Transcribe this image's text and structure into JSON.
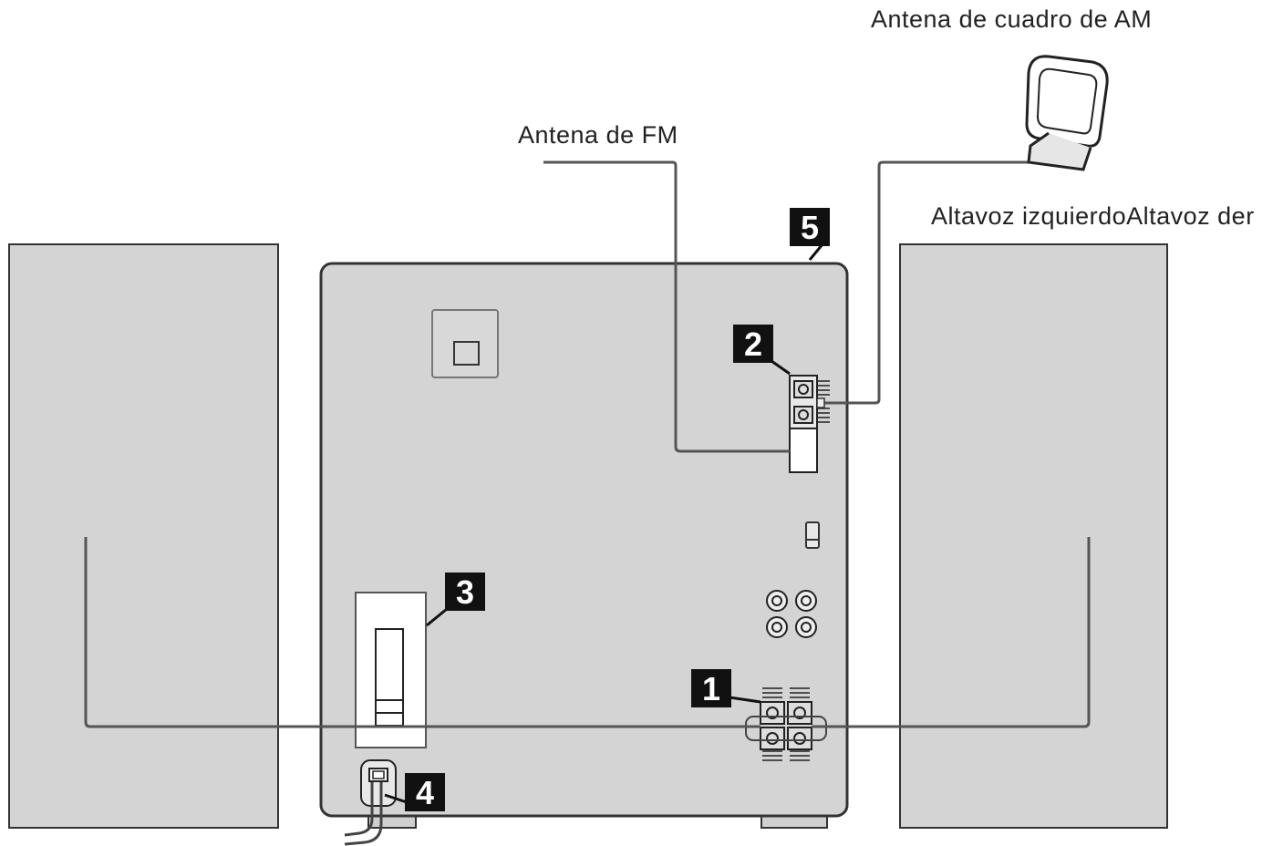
{
  "labels": {
    "am_antenna": "Antena de cuadro de AM",
    "fm_antenna": "Antena de FM",
    "left_speaker": "Altavoz izquierdo",
    "right_speaker": "Altavoz der"
  },
  "callouts": [
    "1",
    "2",
    "3",
    "4",
    "5"
  ],
  "colors": {
    "panel": "#d4d4d4",
    "panel_stroke": "#333333",
    "callout_bg": "#111111",
    "callout_text": "#ffffff",
    "wire": "#555555"
  }
}
